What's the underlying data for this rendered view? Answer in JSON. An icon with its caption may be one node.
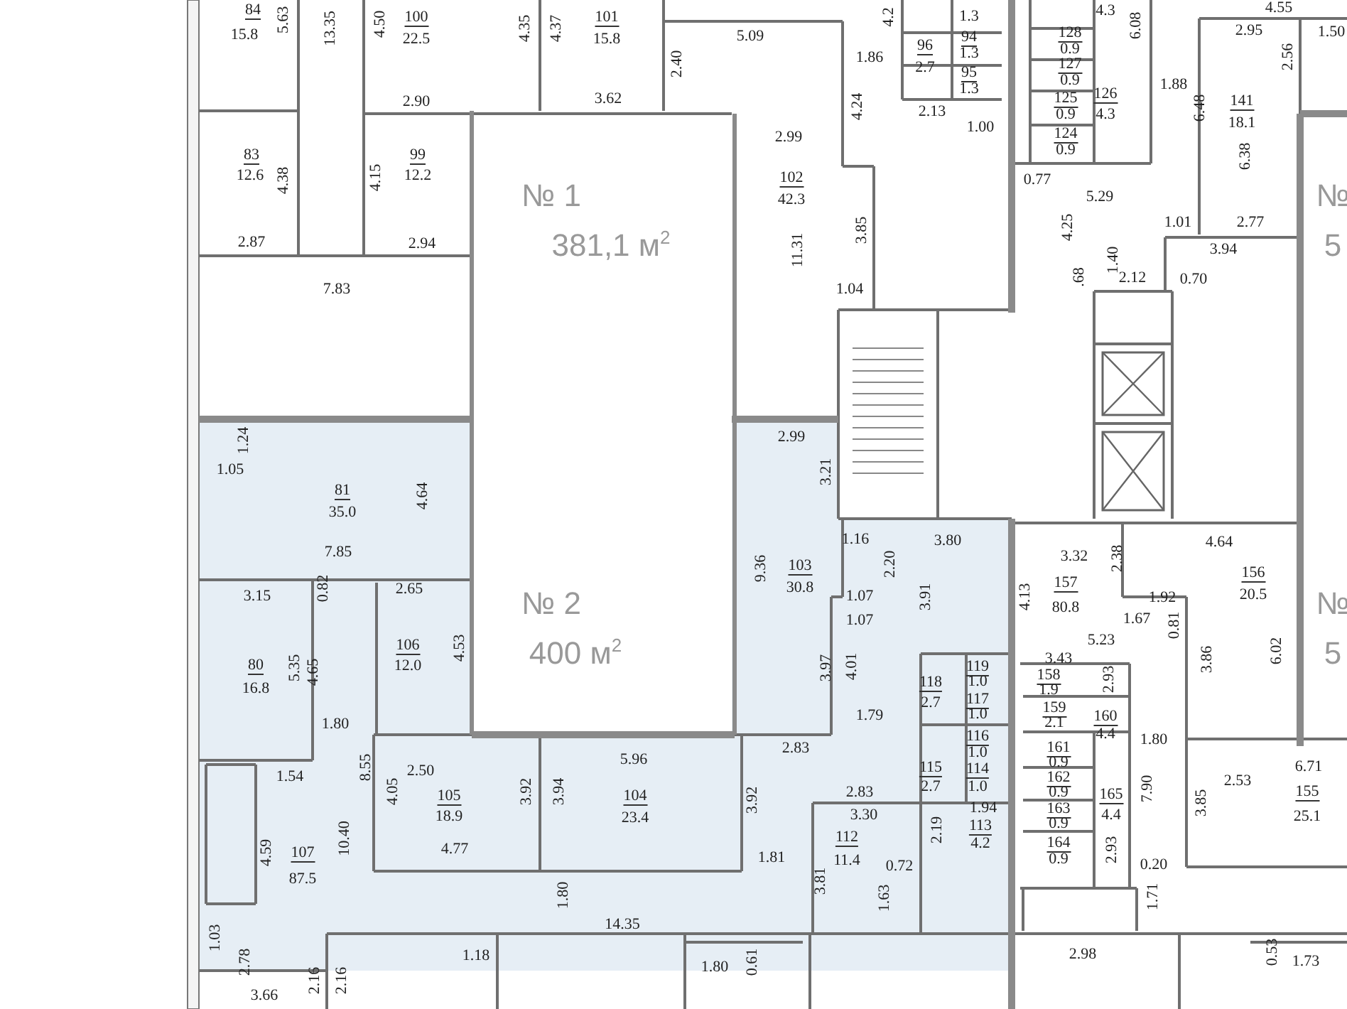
{
  "diagram": {
    "labels": [
      "84",
      "15.8",
      "5.63",
      "13.35",
      "4.50",
      "100",
      "22.5",
      "4.35",
      "4.37",
      "101",
      "15.8",
      "2.40",
      "5.09",
      "4.2",
      "1.3",
      "1.86",
      "96",
      "2.7",
      "94",
      "1.3",
      "95",
      "1.3",
      "2.13",
      "1.00",
      "4.24",
      "4.3",
      "6.08",
      "128",
      "0.9",
      "127",
      "0.9",
      "126",
      "4.3",
      "125",
      "0.9",
      "124",
      "0.9",
      "4.55",
      "2.95",
      "1.50",
      "2.56",
      "1.88",
      "6.48",
      "141",
      "18.1",
      "6.38",
      "2.90",
      "3.62",
      "2.99",
      "83",
      "12.6",
      "4.38",
      "4.15",
      "99",
      "12.2",
      "№ 1",
      "381,1 м$^{2}$",
      "102",
      "42.3",
      "0.77",
      "5.29",
      "3.85",
      "11.31",
      "4.25",
      "1.01",
      "2.77",
      "3.94",
      "2.87",
      "2.94",
      "1.04",
      "1.40",
      ".68",
      "2.12",
      "0.70",
      "7.83",
      "1.24",
      "2.99",
      "1.05",
      "3.21",
      "81",
      "35.0",
      "4.64",
      "1.16",
      "3.80",
      "4.64",
      "7.85",
      "3.32",
      "2.38",
      "9.36",
      "103",
      "30.8",
      "2.20",
      "156",
      "20.5",
      "157",
      "80.8",
      "4.13",
      "3.15",
      "0.82",
      "2.65",
      "1.07",
      "3.91",
      "№ 2",
      "1.92",
      "1.67",
      "0.81",
      "1.07",
      "5.23",
      "106",
      "12.0",
      "4.53",
      "400 м$^{2}$",
      "6.02",
      "3.86",
      "3.43",
      "80",
      "16.8",
      "5.35",
      "4.65",
      "3.97",
      "4.01",
      "119",
      "1.0",
      "118",
      "2.7",
      "158",
      "1.9",
      "2.93",
      "117",
      "1.0",
      "1.79",
      "159",
      "2.1",
      "1.80",
      "160",
      "4.4",
      "1.80",
      "116",
      "1.0",
      "161",
      "0.9",
      "2.83",
      "5.96",
      "8.55",
      "6.71",
      "115",
      "2.7",
      "114",
      "1.0",
      "162",
      "0.9",
      "1.54",
      "2.50",
      "2.53",
      "4.05",
      "105",
      "18.9",
      "3.92",
      "3.94",
      "104",
      "23.4",
      "2.83",
      "155",
      "25.1",
      "165",
      "4.4",
      "7.90",
      "3.92",
      "3.85",
      "163",
      "0.9",
      "1.94",
      "3.30",
      "2.19",
      "113",
      "4.2",
      "10.40",
      "112",
      "11.4",
      "164",
      "0.9",
      "2.93",
      "4.59",
      "107",
      "87.5",
      "4.77",
      "1.81",
      "0.72",
      "0.20",
      "3.81",
      "1.80",
      "1.63",
      "1.71",
      "14.35",
      "1.03",
      "2.98",
      "0.53",
      "1.18",
      "2.78",
      "1.73",
      "1.80",
      "0.61",
      "2.16",
      "2.16",
      "3.66",
      "№",
      "5",
      "№",
      "5"
    ]
  }
}
